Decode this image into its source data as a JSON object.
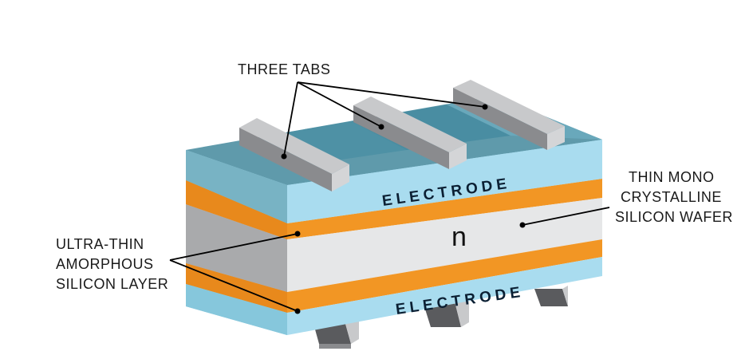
{
  "labels": {
    "three_tabs": "THREE TABS",
    "electrode_top": "ELECTRODE",
    "electrode_bottom": "ELECTRODE",
    "n_region": "n",
    "wafer": [
      "THIN MONO",
      "CRYSTALLINE",
      "SILICON WAFER"
    ],
    "amorphous": [
      "ULTRA-THIN",
      "AMORPHOUS",
      "SILICON LAYER"
    ]
  },
  "colors": {
    "electrode": "#a9dcef",
    "electrode_top_face": "#5f9aab",
    "orange_layer": "#f29624",
    "wafer_front": "#e6e7e8",
    "wafer_side": "#a9aaac",
    "tab_light": "#c8c9cb",
    "tab_dark": "#8a8b8e"
  }
}
